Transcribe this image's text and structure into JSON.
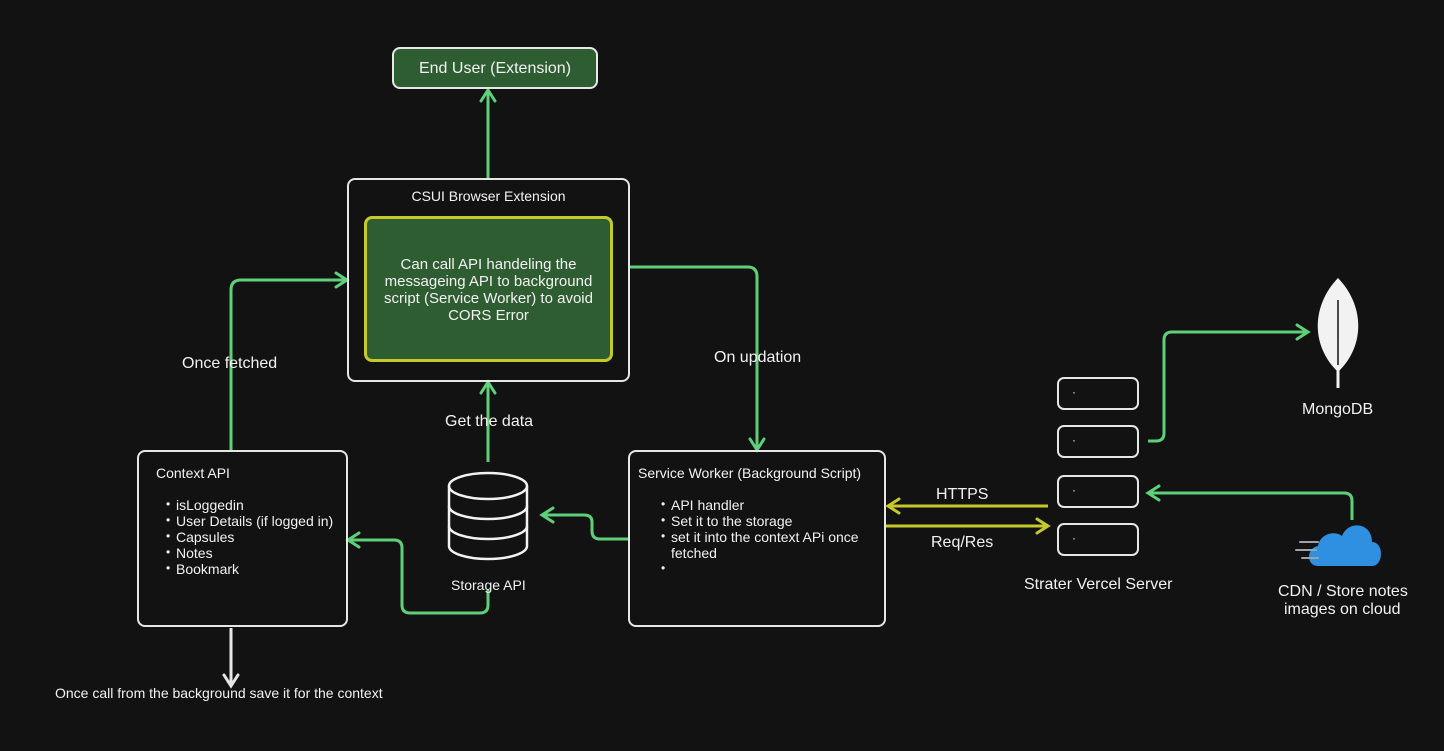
{
  "end_user": {
    "label": "End User (Extension)"
  },
  "browser_extension": {
    "title": "CSUI Browser Extension",
    "inner_text": "Can call API handeling the messageing API to background script (Service Worker) to avoid CORS Error"
  },
  "context_api": {
    "title": "Context API",
    "items": [
      "isLoggedin",
      "User Details (if logged in)",
      "Capsules",
      "Notes",
      "Bookmark"
    ]
  },
  "storage": {
    "label": "Storage API"
  },
  "service_worker": {
    "title": "Service Worker (Background Script)",
    "items": [
      "API handler",
      "Set it to the storage",
      "set it into the context APi once fetched",
      ""
    ]
  },
  "server": {
    "label": "Strater Vercel Server",
    "slot_marks": [
      "·",
      "·",
      "·",
      "·"
    ]
  },
  "mongodb": {
    "label": "MongoDB"
  },
  "cdn": {
    "label_line1": "CDN / Store notes",
    "label_line2": "images on cloud"
  },
  "edge_labels": {
    "once_fetched": "Once fetched",
    "get_the_data": "Get the data",
    "on_updation": "On updation",
    "https": "HTTPS",
    "req_res": "Req/Res",
    "bottom_note": "Once call from the background save it for the context"
  },
  "colors": {
    "background": "#121212",
    "green_arrow": "#5fd07a",
    "yellow_arrow": "#c6c92a",
    "box_fill_green": "#2f5d32",
    "box_border_light": "#e6e6e6",
    "cloud_blue": "#2f8fe0"
  }
}
